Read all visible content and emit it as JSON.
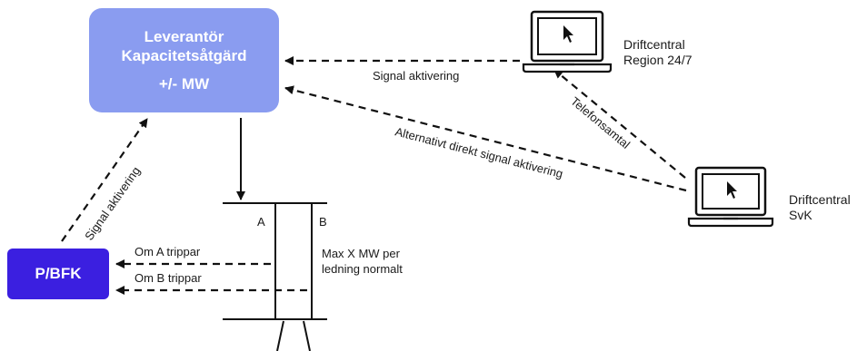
{
  "colors": {
    "supplier_box": "#8a9cf0",
    "pbfk_box": "#3b1fe0",
    "line": "#111111"
  },
  "supplier": {
    "line1": "Leverantör",
    "line2": "Kapacitetsåtgärd",
    "line3": "+/- MW"
  },
  "pbfk": {
    "label": "P/BFK"
  },
  "region_center": {
    "line1": "Driftcentral",
    "line2": "Region 24/7",
    "icon": "laptop-cursor-icon"
  },
  "svk_center": {
    "line1": "Driftcentral",
    "line2": "SvK",
    "icon": "laptop-cursor-icon"
  },
  "edges": {
    "region_to_supplier": "Signal aktivering",
    "svk_to_region": "Telefonsamtal",
    "svk_to_supplier": "Alternativt direkt signal aktivering",
    "pbfk_to_supplier": "Signal aktivering",
    "trip_a": "Om A trippar",
    "trip_b": "Om B trippar"
  },
  "pylon": {
    "label_a": "A",
    "label_b": "B",
    "note_line1": "Max X MW per",
    "note_line2": "ledning normalt"
  }
}
